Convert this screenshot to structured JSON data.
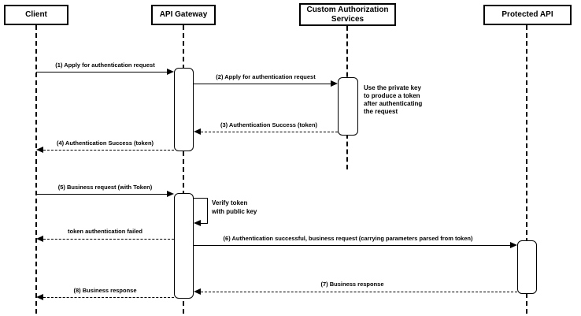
{
  "diagram": {
    "type": "sequence-diagram",
    "topic": "API Gateway token authentication flow"
  },
  "participants": [
    {
      "id": "client",
      "label": "Client"
    },
    {
      "id": "api-gateway",
      "label": "API Gateway"
    },
    {
      "id": "custom-authorization-services",
      "label": "Custom Authorization Services"
    },
    {
      "id": "protected-api",
      "label": "Protected API"
    }
  ],
  "messages": [
    {
      "seq": "1",
      "label": "(1) Apply for authentication request",
      "from": "Client",
      "to": "API Gateway",
      "style": "solid"
    },
    {
      "seq": "2",
      "label": "(2) Apply for authentication request",
      "from": "API Gateway",
      "to": "Custom Authorization Services",
      "style": "solid"
    },
    {
      "seq": "3",
      "label": "(3) Authentication Success (token)",
      "from": "Custom Authorization Services",
      "to": "API Gateway",
      "style": "dashed"
    },
    {
      "seq": "4",
      "label": "(4) Authentication Success (token)",
      "from": "API Gateway",
      "to": "Client",
      "style": "dashed"
    },
    {
      "seq": "5",
      "label": "(5) Business request (with Token)",
      "from": "Client",
      "to": "API Gateway",
      "style": "solid"
    },
    {
      "seq": "self",
      "label": "Verify token\nwith public key",
      "from": "API Gateway",
      "to": "API Gateway",
      "style": "self"
    },
    {
      "seq": "",
      "label": "token authentication failed",
      "from": "API Gateway",
      "to": "Client",
      "style": "dashed"
    },
    {
      "seq": "6",
      "label": "(6) Authentication successful, business request (carrying parameters parsed from token)",
      "from": "API Gateway",
      "to": "Protected API",
      "style": "solid"
    },
    {
      "seq": "7",
      "label": "(7) Business response",
      "from": "Protected API",
      "to": "API Gateway",
      "style": "dashed"
    },
    {
      "seq": "8",
      "label": "(8) Business response",
      "from": "API Gateway",
      "to": "Client",
      "style": "dashed"
    }
  ],
  "notes": [
    {
      "text": "Use the private key to produce a token after authenticating the request",
      "attached_to": "Custom Authorization Services"
    }
  ],
  "colors": {
    "line": "#000000",
    "background": "#ffffff",
    "box_fill": "#ffffff",
    "text": "#000000"
  }
}
